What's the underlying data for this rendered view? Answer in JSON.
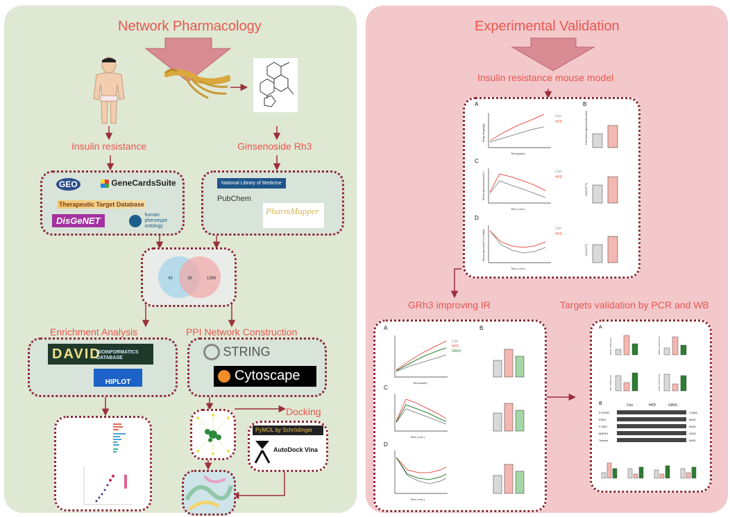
{
  "left": {
    "title": "Network Pharmacology",
    "insulin_resistance": "Insulin resistance",
    "ginsenoside": "Ginsenoside Rh3",
    "enrichment": "Enrichment Analysis",
    "ppi": "PPI Network Construction",
    "docking": "Docking",
    "db_logos": {
      "geo": "GEO",
      "genecards": "GeneCardsSuite",
      "ttd": "Therapeutic Target Database",
      "disgenet": "DisGeNET",
      "hpo": "human phenotype ontology",
      "nlm": "National Library of Medicine",
      "pubchem": "PubChem",
      "pharmmapper": "PharmMapper"
    },
    "tools": {
      "david": "DAVID",
      "david_sub": "BIOINFORMATICS DATABASE",
      "hiplot": "HIPLOT",
      "string": "STRING",
      "cytoscape": "Cytoscape",
      "pymol": "PyMOL by Schrödinger",
      "autodock": "AutoDock Vina"
    },
    "venn": {
      "left_count": "43",
      "overlap": "38",
      "right_count": "1369"
    }
  },
  "right": {
    "title": "Experimental Validation",
    "model": "Insulin resistance mouse model",
    "grh3": "GRh3 improving IR",
    "targets": "Targets validation by PCR and WB",
    "chart_legend": {
      "con": "Con",
      "hfd": "HFD",
      "grh3": "GRh3"
    },
    "chart_letters": {
      "a": "A",
      "b": "B",
      "c": "C",
      "d": "D"
    },
    "axis_labels": {
      "time_week": "Time(week)",
      "time_min": "Time ( min )",
      "body_weight": "Body weight(g)",
      "fbg": "Fast blood glucose(mmol/L)",
      "blood_glucose": "Blood glucose(mmol/L)",
      "blood_glucose_pct": "Blood glucose(% of initial)",
      "auc_gtt": "AUC(GTT)",
      "auc_itt": "AUC(ITT)"
    },
    "wb_labels": {
      "groups": [
        "Con",
        "HFD",
        "GRh3"
      ],
      "proteins": [
        "P-EGFR",
        "ESR1",
        "P-SRC",
        "MAPK1",
        "Tubulin"
      ],
      "sizes": [
        "175KD",
        "66KD",
        "60KD",
        "42KD",
        "50KD"
      ]
    },
    "pcr_labels": [
      "EGFR mRNA level",
      "MAPK1 mRNA level",
      "SRC mRNA level",
      "ESR1 mRNA level"
    ]
  },
  "colors": {
    "left_bg": "#dfe8d3",
    "right_bg": "#f2c8cb",
    "title_red": "#e8574f",
    "border": "#8e2a33",
    "arrow": "#cf7f87",
    "con": "#8e8e8e",
    "hfd": "#e8574f",
    "grh3": "#2e7d32"
  }
}
